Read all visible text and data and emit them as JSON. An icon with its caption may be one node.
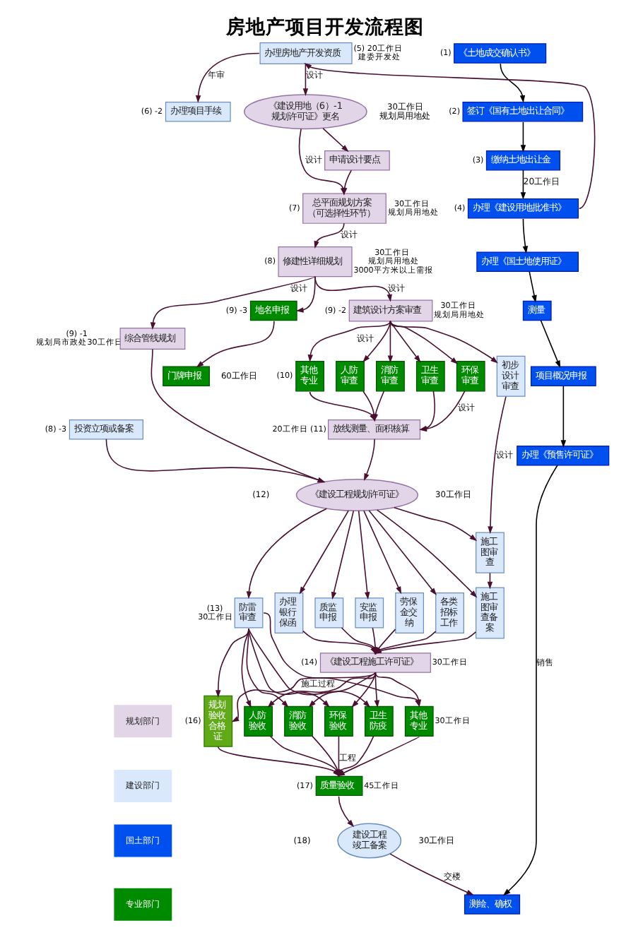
{
  "diagram": {
    "title": "房地产项目开发流程图",
    "nodes": [
      {
        "text": [
          "办理项目手续"
        ],
        "beside": [
          "(6) -2"
        ]
      },
      {
        "text": [
          "办理房地产开发资质"
        ],
        "beside": [
          "(5) 20工作日",
          "建委开发处"
        ]
      },
      {
        "text": [
          "《建设用地（6）-1规划许可证》更名"
        ],
        "beside": [
          "30工作日",
          "规划局用地处"
        ]
      },
      {
        "text": [
          "申请设计要点"
        ]
      },
      {
        "text": [
          "总平面规划方案（可选择性环节）"
        ],
        "beside": [
          "(7)",
          "30工作日",
          "规划局用地处"
        ]
      },
      {
        "text": [
          "修建性详细规划"
        ],
        "beside": [
          "(8)",
          "30工作日",
          "规划局用地处",
          "3000平方米以上需报"
        ]
      },
      {
        "text": [
          "综合管线规划"
        ],
        "beside": [
          "(9) -1",
          "规划局市政处30工作日"
        ]
      },
      {
        "text": [
          "建筑设计方案审查"
        ],
        "beside": [
          "(9) -2",
          "30工作日",
          "规划局用地处"
        ]
      },
      {
        "text": [
          "其他专业"
        ],
        "beside": [
          "(10)"
        ]
      },
      {
        "text": [
          "人防审查"
        ]
      },
      {
        "text": [
          "消防审查"
        ]
      },
      {
        "text": [
          "卫生审查"
        ]
      },
      {
        "text": [
          "环保审查"
        ]
      },
      {
        "text": [
          "初步设计审查"
        ]
      },
      {
        "text": [
          "放线测量、面积核算"
        ],
        "beside": [
          "20工作日 (11)"
        ]
      },
      {
        "text": [
          "施工图审查"
        ]
      },
      {
        "text": [
          "投资立项或备案"
        ],
        "beside": [
          "(8) -3"
        ]
      },
      {
        "text": [
          "《建设工程规划许可证》"
        ],
        "beside": [
          "(12)",
          "30工作日"
        ]
      },
      {
        "text": [
          "防雷审查"
        ],
        "beside": [
          "(13)",
          "30工作日"
        ]
      },
      {
        "text": [
          "办理银行保函"
        ]
      },
      {
        "text": [
          "质监申报"
        ]
      },
      {
        "text": [
          "安监申报"
        ]
      },
      {
        "text": [
          "劳保金交纳"
        ]
      },
      {
        "text": [
          "各类招标工作"
        ]
      },
      {
        "text": [
          "施工图审查备案"
        ]
      },
      {
        "text": [
          "《建设工程施工许可证》"
        ],
        "beside": [
          "(14)",
          "30工作日"
        ]
      },
      {
        "text": [
          "规划验收合格证"
        ],
        "beside": [
          "(16)"
        ]
      },
      {
        "text": [
          "人防验收"
        ]
      },
      {
        "text": [
          "消防验收"
        ]
      },
      {
        "text": [
          "环保验收"
        ]
      },
      {
        "text": [
          "卫生防疫"
        ]
      },
      {
        "text": [
          "其他专业"
        ],
        "beside": [
          "30工作日"
        ]
      },
      {
        "text": [
          "质量验收"
        ],
        "beside": [
          "(17)",
          "45工作日"
        ]
      },
      {
        "text": [
          "建设工程竣工备案"
        ],
        "beside": [
          "(18)",
          "30工作日"
        ]
      },
      {
        "text": [
          "《土地成交确认书》"
        ],
        "beside": [
          "(1)"
        ]
      },
      {
        "text": [
          "签订《国有土地出让合同》"
        ],
        "beside": [
          "(2)"
        ]
      },
      {
        "text": [
          "缴纳土地出让金"
        ],
        "beside": [
          "(3)"
        ]
      },
      {
        "text": [
          "办理《建设用地批准书》"
        ],
        "beside": [
          "(4)"
        ]
      },
      {
        "text": [
          "地名申报"
        ],
        "beside": [
          "(9) -3"
        ]
      },
      {
        "text": [
          "门牌申报"
        ]
      },
      {
        "text": [
          "办理《国土地使用证》"
        ]
      },
      {
        "text": [
          "测量"
        ]
      },
      {
        "text": [
          "项目概况申报"
        ]
      },
      {
        "text": [
          "办理《预售许可证》"
        ]
      },
      {
        "text": [
          "测绘、确权"
        ]
      }
    ],
    "edges": [
      {
        "from": 1,
        "to": 0,
        "arrow": "to",
        "label": "年审"
      },
      {
        "from": 37,
        "to": 1,
        "arrow": "to"
      },
      {
        "from": 1,
        "to": 2,
        "arrow": "to",
        "label": "设计"
      },
      {
        "from": 2,
        "to": 3,
        "arrow": "to"
      },
      {
        "from": 2,
        "to": 4,
        "arrow": "to",
        "label": "设计"
      },
      {
        "from": 3,
        "to": 4,
        "arrow": "to"
      },
      {
        "from": 4,
        "to": 5,
        "arrow": "to",
        "label": "设计"
      },
      {
        "from": 5,
        "to": 6,
        "arrow": "to",
        "label": "设计"
      },
      {
        "from": 5,
        "to": 7,
        "arrow": "to",
        "label": "设计"
      },
      {
        "from": 7,
        "to": 8,
        "arrow": "to",
        "label": "设计"
      },
      {
        "from": 7,
        "to": 9,
        "arrow": "to"
      },
      {
        "from": 7,
        "to": 10,
        "arrow": "to"
      },
      {
        "from": 7,
        "to": 11,
        "arrow": "to"
      },
      {
        "from": 7,
        "to": 12,
        "arrow": "to"
      },
      {
        "from": 7,
        "to": 13,
        "arrow": "to"
      },
      {
        "from": 8,
        "to": 14,
        "arrow": "to"
      },
      {
        "from": 9,
        "to": 14,
        "arrow": "to"
      },
      {
        "from": 10,
        "to": 14,
        "arrow": "to"
      },
      {
        "from": 11,
        "to": 14,
        "arrow": "to"
      },
      {
        "from": 12,
        "to": 14,
        "arrow": "to",
        "label": "设计"
      },
      {
        "from": 13,
        "to": 15,
        "arrow": "to",
        "label": "设计"
      },
      {
        "from": 5,
        "to": 38,
        "arrow": "to"
      },
      {
        "from": 38,
        "to": 39,
        "arrow": "to"
      },
      {
        "from": 6,
        "to": 17,
        "arrow": "to"
      },
      {
        "from": 14,
        "to": 17,
        "arrow": "to"
      },
      {
        "from": 16,
        "to": 17,
        "arrow": "to"
      },
      {
        "from": 17,
        "to": 18,
        "arrow": "to"
      },
      {
        "from": 17,
        "to": 19,
        "arrow": "to"
      },
      {
        "from": 17,
        "to": 20,
        "arrow": "to"
      },
      {
        "from": 17,
        "to": 21,
        "arrow": "to"
      },
      {
        "from": 17,
        "to": 22,
        "arrow": "to"
      },
      {
        "from": 17,
        "to": 23,
        "arrow": "to"
      },
      {
        "from": 17,
        "to": 24,
        "arrow": "to"
      },
      {
        "from": 17,
        "to": 15,
        "arrow": "to"
      },
      {
        "from": 15,
        "to": 24,
        "arrow": "to"
      },
      {
        "from": 19,
        "to": 25,
        "arrow": "to"
      },
      {
        "from": 20,
        "to": 25,
        "arrow": "to"
      },
      {
        "from": 21,
        "to": 25,
        "arrow": "to"
      },
      {
        "from": 22,
        "to": 25,
        "arrow": "to"
      },
      {
        "from": 23,
        "to": 25,
        "arrow": "to"
      },
      {
        "from": 24,
        "to": 25,
        "arrow": "to"
      },
      {
        "from": 25,
        "to": 26,
        "arrow": "to",
        "label": "施工过程"
      },
      {
        "from": 25,
        "to": 27,
        "arrow": "to"
      },
      {
        "from": 25,
        "to": 28,
        "arrow": "to"
      },
      {
        "from": 25,
        "to": 29,
        "arrow": "to"
      },
      {
        "from": 25,
        "to": 30,
        "arrow": "to"
      },
      {
        "from": 25,
        "to": 31,
        "arrow": "to"
      },
      {
        "from": 18,
        "to": 26,
        "arrow": "to"
      },
      {
        "from": 18,
        "to": 27,
        "arrow": "to"
      },
      {
        "from": 18,
        "to": 28,
        "arrow": "to"
      },
      {
        "from": 18,
        "to": 29,
        "arrow": "to"
      },
      {
        "from": 18,
        "to": 30,
        "arrow": "to"
      },
      {
        "from": 18,
        "to": 31,
        "arrow": "to"
      },
      {
        "from": 26,
        "to": 32,
        "arrow": "to"
      },
      {
        "from": 27,
        "to": 32,
        "arrow": "to"
      },
      {
        "from": 28,
        "to": 32,
        "arrow": "to"
      },
      {
        "from": 29,
        "to": 32,
        "arrow": "to",
        "label": "工程"
      },
      {
        "from": 30,
        "to": 32,
        "arrow": "to"
      },
      {
        "from": 31,
        "to": 32,
        "arrow": "to"
      },
      {
        "from": 32,
        "to": 33,
        "arrow": "to"
      },
      {
        "from": 33,
        "to": 44,
        "arrow": "to",
        "label": "交楼"
      },
      {
        "from": 34,
        "to": 35,
        "arrow": "to",
        "color": "#000000"
      },
      {
        "from": 35,
        "to": 36,
        "arrow": "to",
        "color": "#000000"
      },
      {
        "from": 36,
        "to": 37,
        "arrow": "to",
        "color": "#000000",
        "label": "20工作日"
      },
      {
        "from": 37,
        "to": 40,
        "arrow": "to",
        "color": "#000000"
      },
      {
        "from": 40,
        "to": 41,
        "arrow": "to",
        "color": "#000000"
      },
      {
        "from": 41,
        "to": 42,
        "arrow": "to",
        "color": "#000000"
      },
      {
        "from": 42,
        "to": 43,
        "arrow": "to",
        "color": "#000000"
      },
      {
        "from": 43,
        "to": 44,
        "arrow": "to",
        "color": "#000000",
        "label": "销售"
      }
    ],
    "labels": [
      "60工作日"
    ],
    "legend": [
      {
        "text": "规划部门",
        "color": "#e1d5e7"
      },
      {
        "text": "建设部门",
        "color": "#dae8fc"
      },
      {
        "text": "国土部门",
        "color": "#0050ef"
      },
      {
        "text": "专业部门",
        "color": "#008a00"
      }
    ]
  }
}
